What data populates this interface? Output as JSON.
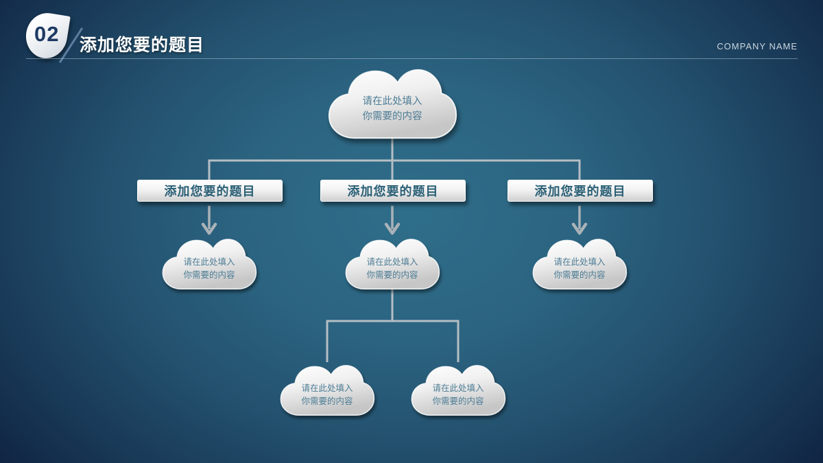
{
  "header": {
    "number": "02",
    "title": "添加您要的题目",
    "company": "COMPANY NAME"
  },
  "tree": {
    "root": {
      "line1": "请在此处填入",
      "line2": "你需要的内容"
    },
    "branches": [
      {
        "title": "添加您要的题目",
        "cloud": {
          "line1": "请在此处填入",
          "line2": "你需要的内容"
        }
      },
      {
        "title": "添加您要的题目",
        "cloud": {
          "line1": "请在此处填入",
          "line2": "你需要的内容"
        }
      },
      {
        "title": "添加您要的题目",
        "cloud": {
          "line1": "请在此处填入",
          "line2": "你需要的内容"
        }
      }
    ],
    "leaves": [
      {
        "line1": "请在此处填入",
        "line2": "你需要的内容"
      },
      {
        "line1": "请在此处填入",
        "line2": "你需要的内容"
      }
    ]
  },
  "colors": {
    "background_center": "#2f6e8a",
    "background_edge": "#0b1b34",
    "connector_line": "#b5bec4",
    "arrow": "#a9b2b8",
    "cloud_text": "#4d7d95",
    "bar_text": "#2b6076",
    "title_text": "#ffffff",
    "badge_number": "#1e3a63",
    "company_text": "#ccd6de"
  }
}
